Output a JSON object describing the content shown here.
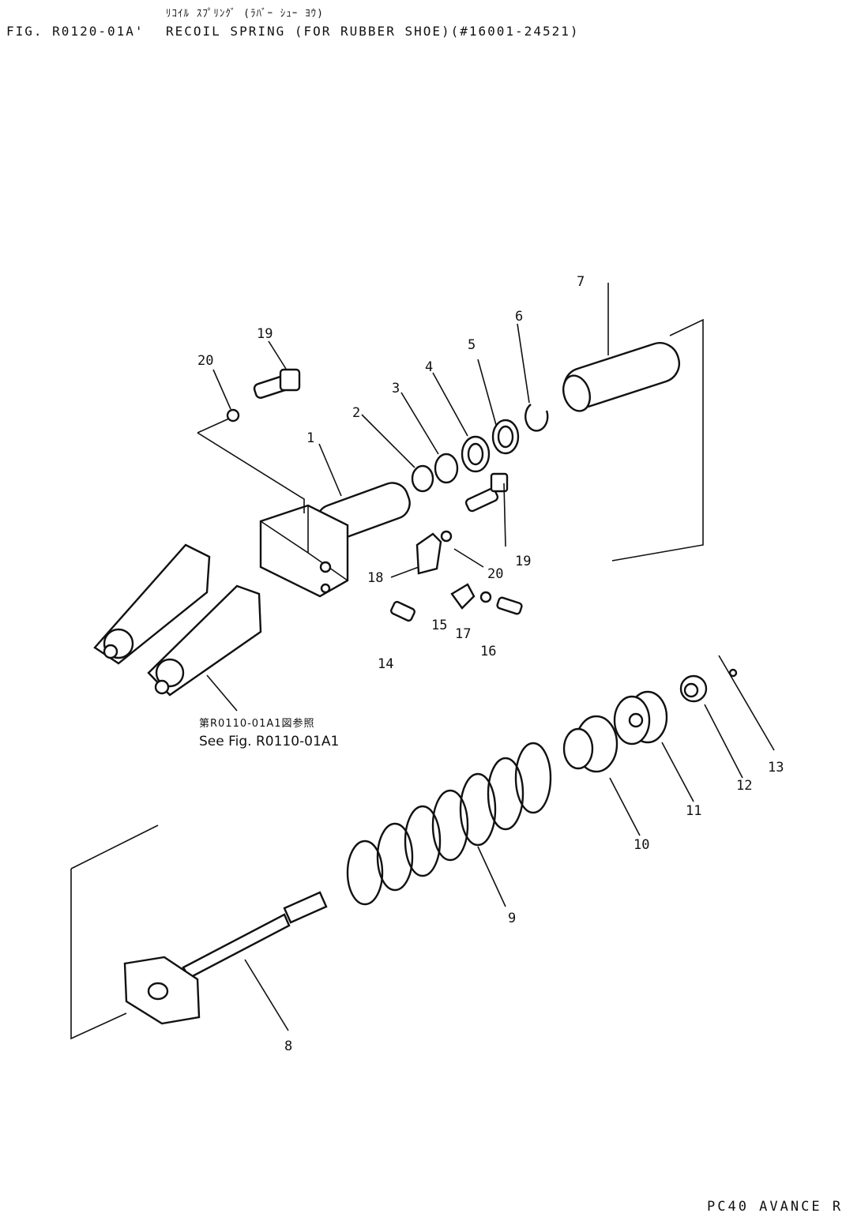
{
  "header": {
    "fig_no": "FIG. R0120-01A'",
    "title_jp": "ﾘｺｲﾙ ｽﾌﾟﾘﾝｸﾞ (ﾗﾊﾞｰ ｼｭｰ ﾖｳ)",
    "title_en": "RECOIL SPRING (FOR RUBBER SHOE)(#16001-24521)"
  },
  "reference_note": {
    "jp": "第R0110-01A1図参照",
    "en": "See Fig. R0110-01A1"
  },
  "callouts": [
    "1",
    "2",
    "3",
    "4",
    "5",
    "6",
    "7",
    "8",
    "9",
    "10",
    "11",
    "12",
    "13",
    "14",
    "15",
    "16",
    "17",
    "18",
    "19",
    "19",
    "20",
    "20"
  ],
  "footer": "PC40 AVANCE R"
}
